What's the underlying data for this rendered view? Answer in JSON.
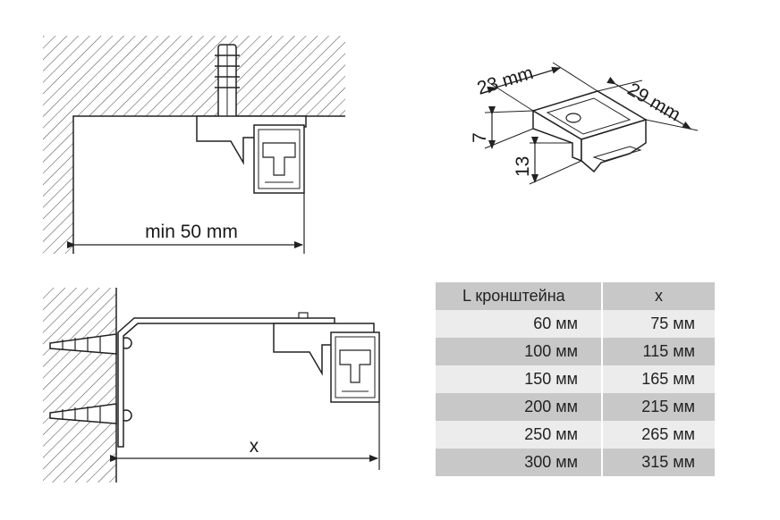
{
  "diagram_ceiling": {
    "min_label": "min 50 mm"
  },
  "diagram_profile": {
    "width_label": "23 mm",
    "depth_label": "29 mm",
    "height_top": "7",
    "height_bottom": "13"
  },
  "diagram_wall": {
    "x_label": "x"
  },
  "table": {
    "headers": [
      "L  кронштейна",
      "x"
    ],
    "rows": [
      [
        "60 мм",
        "75 мм"
      ],
      [
        "100 мм",
        "115 мм"
      ],
      [
        "150 мм",
        "165 мм"
      ],
      [
        "200 мм",
        "215 мм"
      ],
      [
        "250 мм",
        "265 мм"
      ],
      [
        "300 мм",
        "315 мм"
      ]
    ]
  },
  "colors": {
    "header_bg": "#c8c8c8",
    "row_light": "#ececec",
    "row_dark": "#c8c8c8",
    "line": "#222222"
  }
}
